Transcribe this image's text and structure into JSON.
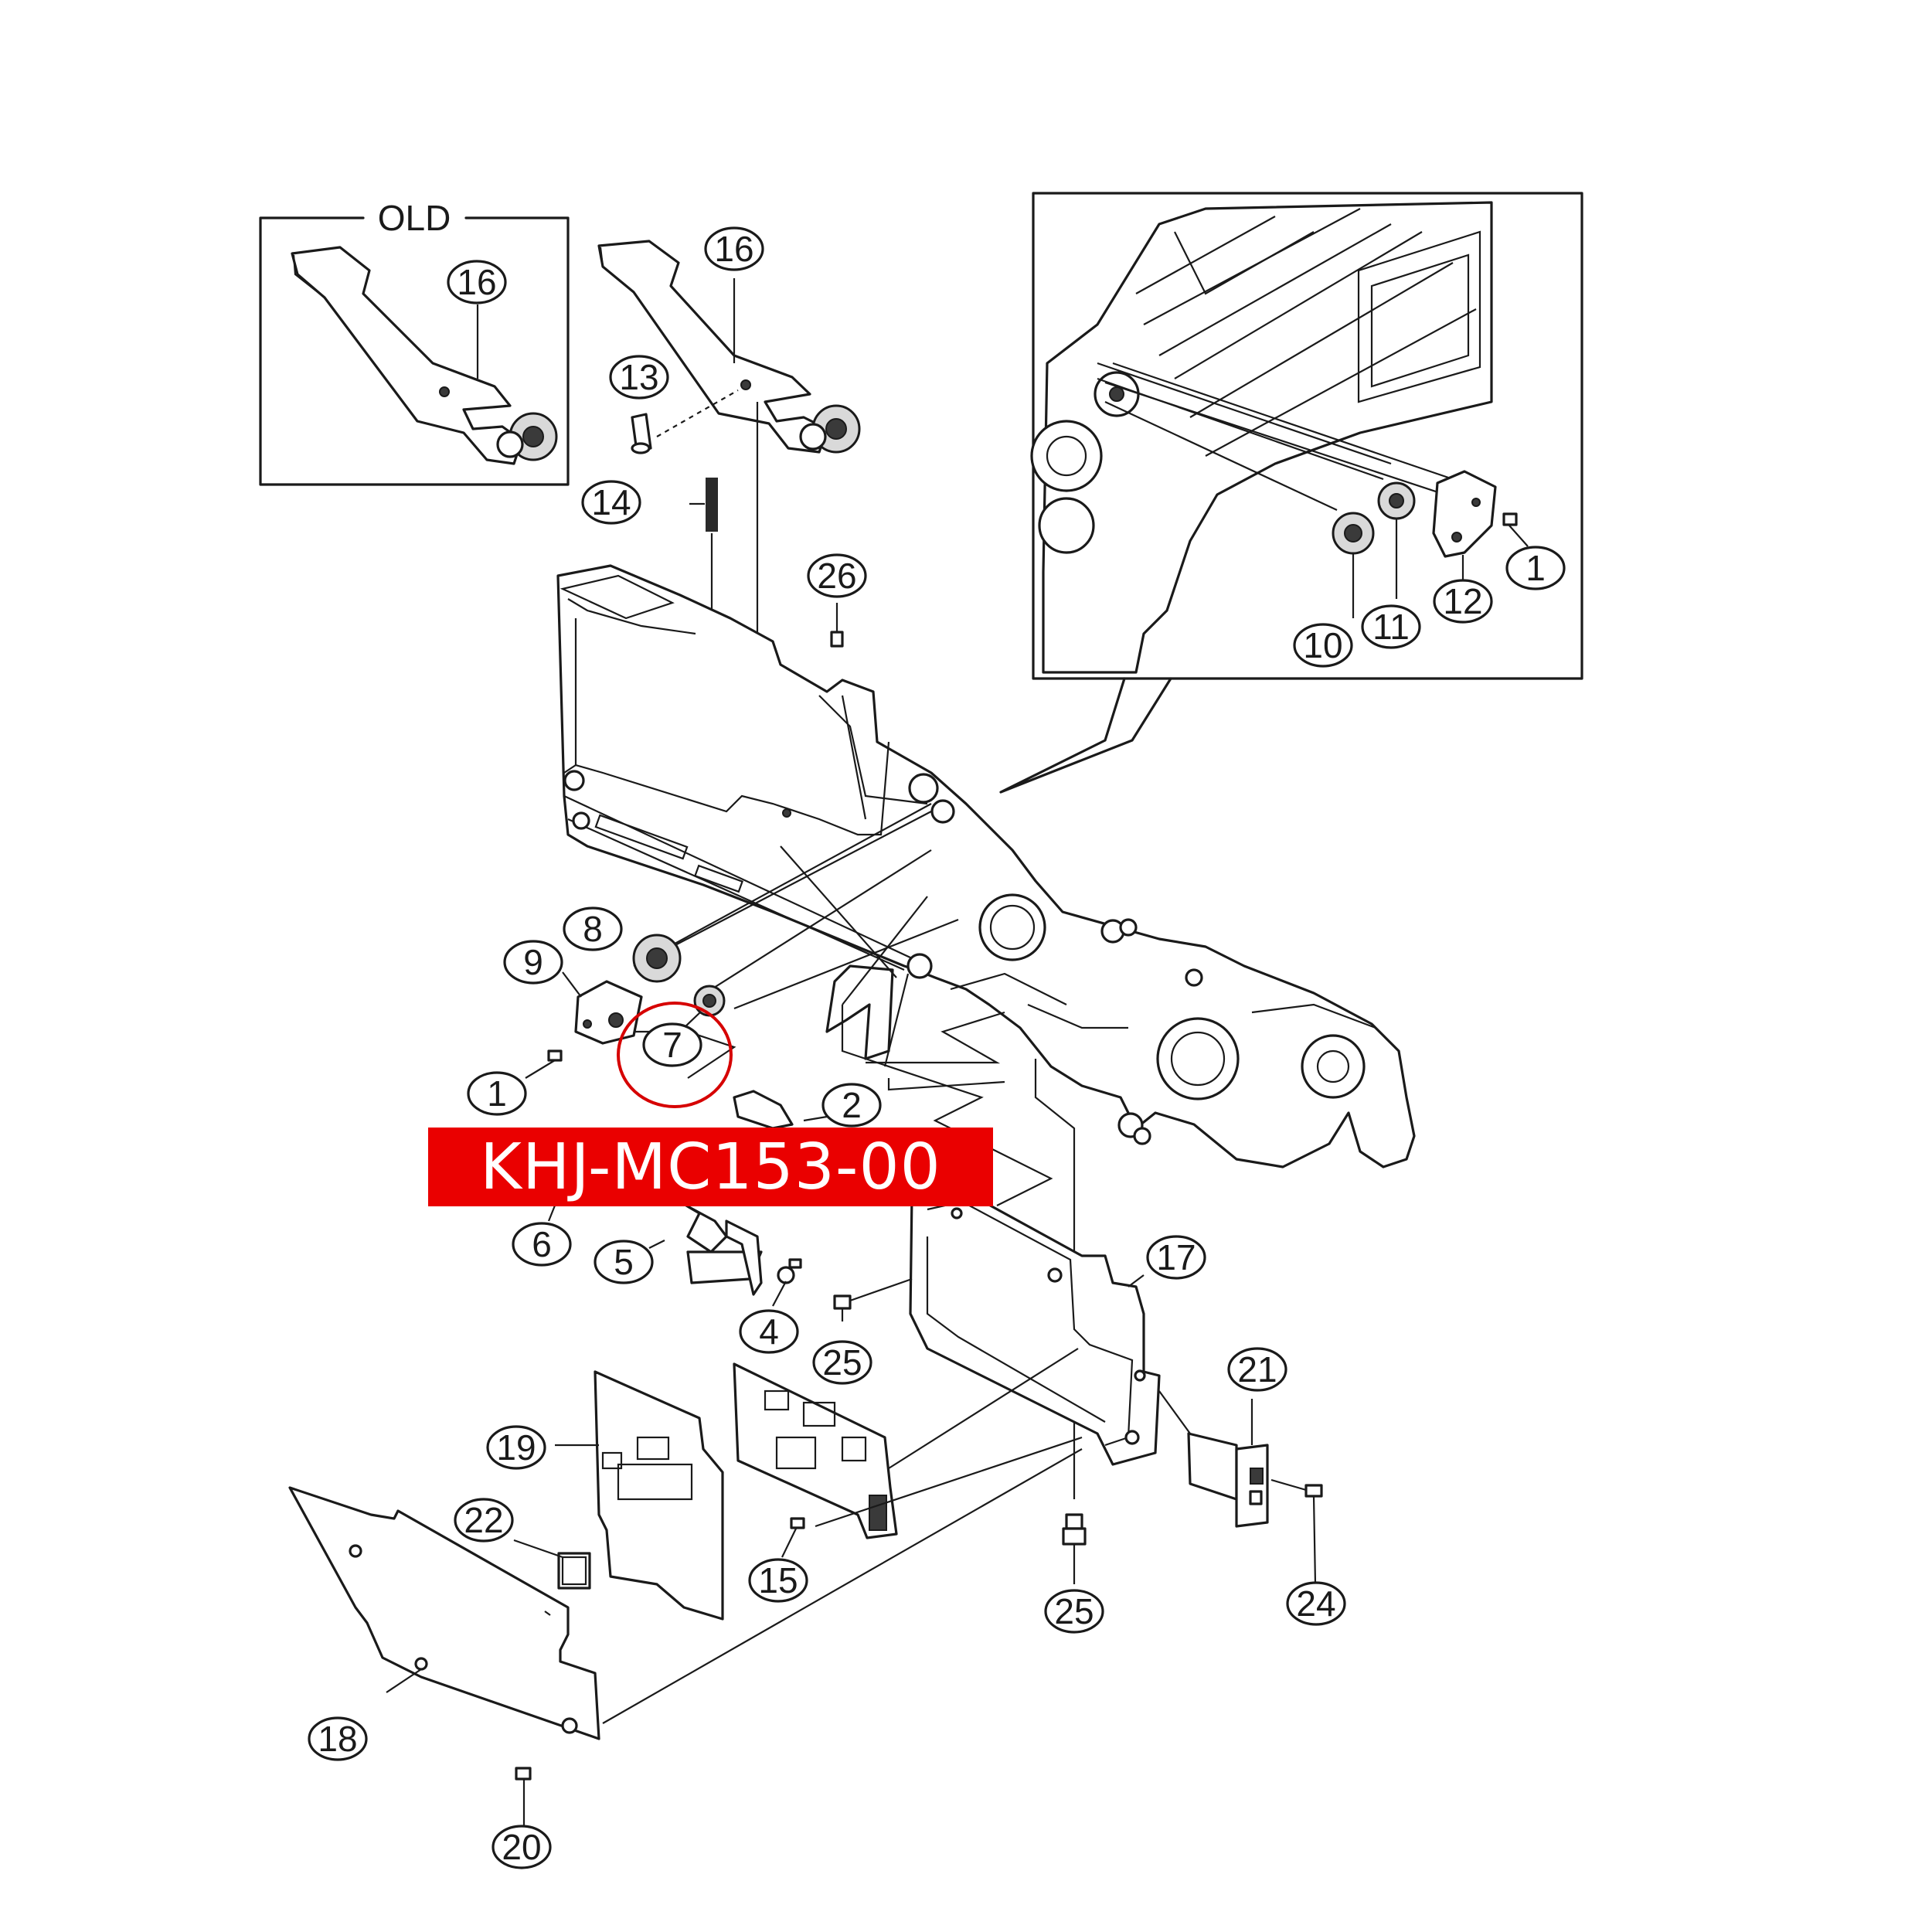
{
  "diagram": {
    "old_box_label": "OLD",
    "part_number_banner": "KHJ-MC153-00",
    "highlighted_callout": "7",
    "colors": {
      "banner": "#ea0000",
      "highlight": "#d60000",
      "line": "#1a1a1a"
    },
    "callouts": {
      "c16_old": "16",
      "c16": "16",
      "c13": "13",
      "c14": "14",
      "c26": "26",
      "c1_inset": "1",
      "c10": "10",
      "c11": "11",
      "c12": "12",
      "c8": "8",
      "c9": "9",
      "c7": "7",
      "c1": "1",
      "c2": "2",
      "c6": "6",
      "c5": "5",
      "c4": "4",
      "c25_top": "25",
      "c17": "17",
      "c21": "21",
      "c19": "19",
      "c22": "22",
      "c15": "15",
      "c25_bottom": "25",
      "c24": "24",
      "c18": "18",
      "c20": "20"
    }
  }
}
